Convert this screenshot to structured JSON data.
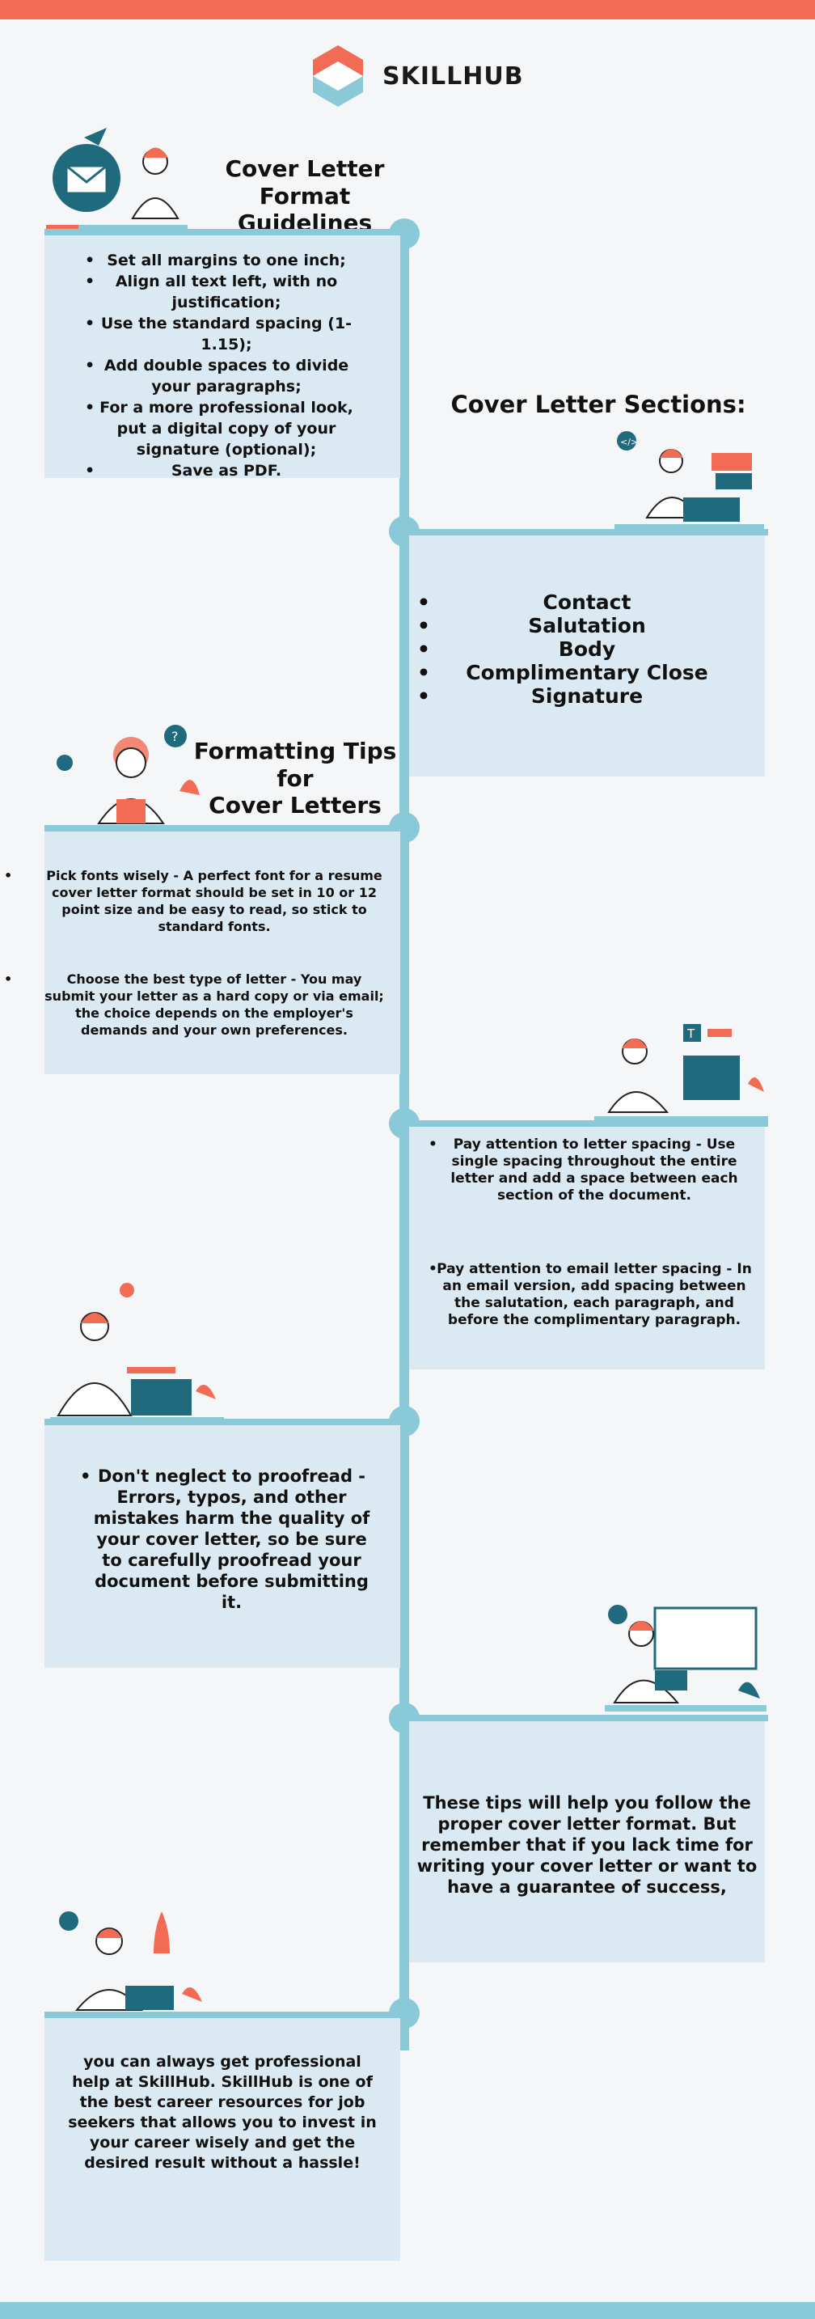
{
  "brand": {
    "name": "SKILLHUB",
    "colors": {
      "coral": "#f26b55",
      "teal": "#8ac9d8",
      "dark_teal": "#1f6b7d",
      "panel": "#dbeaf2"
    }
  },
  "section1": {
    "title_line1": "Cover Letter Format",
    "title_line2": "Guidelines",
    "items": [
      "Set all margins to one inch;",
      "Align all text left, with no justification;",
      "Use the standard spacing (1-1.15);",
      "Add double spaces to divide your paragraphs;",
      "For a more professional look, put a digital copy of your signature (optional);",
      "Save as PDF."
    ]
  },
  "section2": {
    "title": "Cover Letter Sections:",
    "items": [
      "Contact",
      "Salutation",
      "Body",
      "Complimentary Close",
      "Signature"
    ]
  },
  "section3": {
    "title_line1": "Formatting Tips for",
    "title_line2": "Cover Letters",
    "items": [
      "Pick fonts wisely - A perfect font for a resume cover letter format should be set in 10 or 12 point size and be easy to read, so stick to standard fonts.",
      "Choose the best type of letter - You may submit your letter as a hard copy or via email; the choice depends on the employer's demands and your own preferences."
    ]
  },
  "section4": {
    "items": [
      "Pay attention to letter spacing - Use single spacing throughout the entire letter and add a space between each section of the document.",
      "Pay attention to email letter spacing - In an email version, add spacing between the salutation, each paragraph, and before the complimentary paragraph."
    ]
  },
  "section5": {
    "items": [
      "Don't neglect to proofread - Errors, typos, and other mistakes harm the quality of your cover letter, so be sure to carefully proofread your document before submitting it."
    ]
  },
  "section6": {
    "text": "These tips will help you follow the proper cover letter format. But remember that if you lack time for writing your cover letter or want to have a guarantee of success,"
  },
  "section7": {
    "text": "you can always get professional help at SkillHub. SkillHub is one of the best career resources for job seekers that allows you to invest in your career wisely and get the desired result without a hassle!"
  }
}
